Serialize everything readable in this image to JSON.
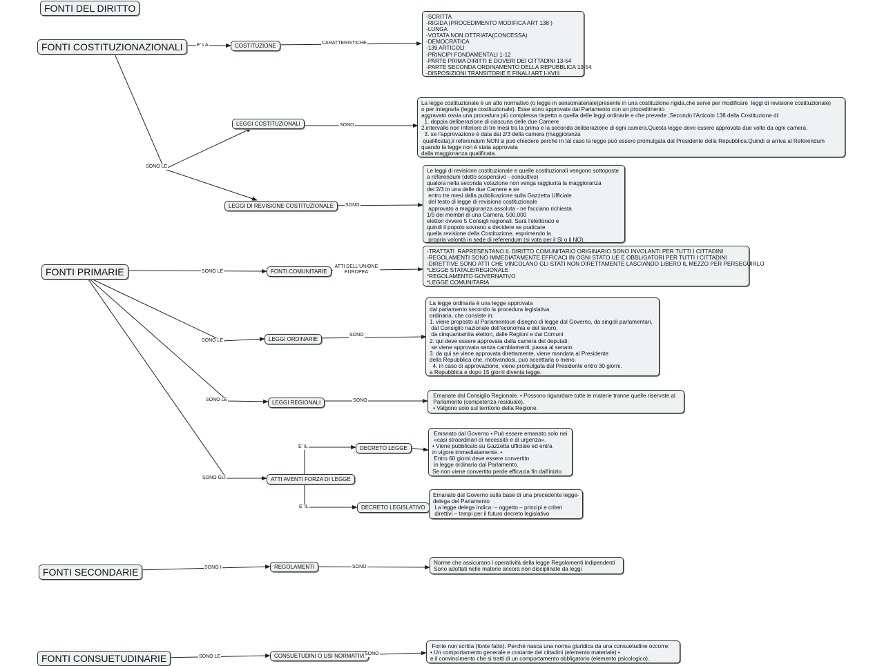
{
  "map": {
    "root": "FONTI DEL DIRITTO",
    "costituzionali": {
      "title": "FONTI COSTITUZIONAZIONALI",
      "link_e_la": "E' LA",
      "costituzione": "COSTITUZIONE",
      "link_caratteristiche": "CARATTERISTICHE",
      "caratteristiche": [
        "-SCRITTA",
        "-RIGIDA (PROCEDIMENTO MODIFICA ART 138 )",
        "-LUNGA",
        "-VOTATA NON OTTRIATA(CONCESSA)",
        "-DEMOCRATICA",
        "-139 ARTICOLI",
        "-PRINCIPI FONDAMENTALI 1-12",
        "-PARTE PRIMA DIRITTI E DOVERI DEI CITTADINI 13-54",
        "-PARTE SECONDA ORDINAMENTO DELLA REPUBBLICA 13-54",
        "-DISPOSIZIONI TRANSITORIE E FINALI ART I-XVIII"
      ],
      "link_sono_le": "SONO LE",
      "leggi_costituzionali": "LEGGI COSTITUZIONALI",
      "link_sono_1": "SONO",
      "leggi_costituzionali_desc": [
        "La legge costituzionale è un atto normativo (o legge in sensomateriale)presente in una costituzione rigida,che serve per modificare  leggi di revisione costituzionale)",
        "o per integrarla (legge costituzionale). Esse sono approvate dal Parlamento con un procedimento",
        "aggravato ossia una procedura più complessa rispetto a quella delle leggi ordinarie e che prevede ,Secondo l'Articolo 138 della Costituzione di:",
        "  1. doppia deliberazione di ciascuna delle due Camere",
        "2.intervallo non inferiore di tre mesi tra la prima e la seconda deliberazione di ogni camera.Questa legge deve essere approvata due volte da ogni camera.",
        "  3. se l'approvazione è data dai 2/3 della camera (maggioranza",
        " qualificata),il referendum NON si può chiedere perché in tal caso la legge può essere promulgata dal Presidente della Repubblica.Quindi si arriva al Referendum",
        "quando la legge non è stata approvata",
        "dalla maggioranza qualificata."
      ],
      "leggi_revisione": "LEGGI DI REVISIONE COSTITUZIONALE",
      "link_sono_2": "SONO",
      "leggi_revisione_desc": [
        "Le leggi di revisione costituzionale e quelle costituzionali vengono sottoposte",
        "a referendum (detto sospensivo - consultivo)",
        "qualora nella seconda votazione non venga raggiunta la maggioranza",
        "dei 2/3 in una delle due Camere e se",
        " entro tre mesi dalla pubblicazione sulla Gazzetta Ufficiale",
        " del testo di legge di revisione costituzionale",
        " approvato a maggioranza assoluta - ne facciano richiesta",
        "1/5 dei membri di una Camera, 500.000",
        "elettori ovvero 5 Consigli regionali. Sarà l'elettorato e",
        "quindi il popolo sovrano a decidere se praticare",
        "quella revisione della Costituzione, esprimendo la",
        " propria volontà in sede di referendum (si vota per il SI o il NO)."
      ]
    },
    "primarie": {
      "title": "FONTI PRIMARIE",
      "link_sono_le_1": "SONO LE",
      "comunitarie": "FONTI COMUNITARIE",
      "link_atti_ue": "ATTI DELL'UNIONE EUROPEA",
      "comunitarie_desc": [
        "-TRATTATI  RAPRESENTANO IL DIRITTO COMUNITARIO ORIGINARIO SONO INVOLANTI PER TUTTI I CITTADINI",
        "-REGOLAMENTI SONO IMMEDIATAMENTE EFFICACI IN OGNI STATO UE E OBBLIGATORI PER TUTTI I CITTADINI",
        "-DIRETTIVE SONO ATTI CHE VINCOLANO GLI STATI NON DIRETTAMENTE LASCIANDO LIBERO IL MEZZO PER PERSEGUIRLO",
        "*LEGGE STATALE/REGIONALE",
        "*REGOLAMENTO GOVERNATIVO",
        "*LEGGE COMUNITARIA"
      ],
      "link_sono_le_2": "SONO LE",
      "ordinarie": "LEGGI ORDINARIE",
      "link_sono_3": "SONO",
      "ordinarie_desc": [
        "La legge ordinaria è una legge approvata",
        "dal parlamento secondo la procedura legislativa",
        "ordinaria, che consiste in:",
        "1. viene proposto al Parlamentoun disegno di legge dal Governo, da singoli parlamentari,",
        " dal Consiglio nazionale dell'economia e del lavoro,",
        " da cinquantamila elettori, dalle Regioni e dai Comuni",
        "2. qui deve essere approvata dalla camera dei deputati:",
        " se viene approvata senza cambiamenti, passa al senato.",
        "3. da qui se viene approvata direttamente, viene mandata al Presidente",
        "della Repubblica che, motivandosi, può accettarla o meno.",
        "  4. in caso di approvazione, viene promulgata dal Presidente entro 30 giorni.",
        "a Repubblica e dopo 15 giorni diventa legge."
      ],
      "link_sono_le_3": "SONO LE",
      "regionali": "LEGGI REGIONALI",
      "link_sono_4": "SONO",
      "regionali_desc": [
        " Emanate dal Consiglio Regionale. • Possono riguardare tutte le materie tranne quelle riservate al",
        " Parlamento (competenza residuale).",
        " • Valgono solo sul territorio della Regione."
      ],
      "link_sono_gli": "SONO GLI",
      "atti_forza": "ATTI AVENTI FORZA DI LEGGE",
      "link_e_il_1": "E' IL",
      "decreto_legge": "DECRETO LEGGE",
      "decreto_legge_desc": [
        " Emanato dal Governo • Può essere emanato solo nei",
        " «casi straordinari di necessità e di urgenza».",
        "• Viene pubblicato su Gazzetta ufficiale ed entra",
        "in vigore immediatamente. •",
        " Entro 60 giorni deve essere convertito",
        " in legge ordinaria dal Parlamento.",
        "Se non viene convertito perde efficacia fin dall'inizio"
      ],
      "link_e_il_2": "E' IL",
      "decreto_legislativo": "DECRETO LEGISLATIVO",
      "decreto_legislativo_desc": [
        "Emanato dal Governo sulla base di una precedente legge-",
        "delega del Parlamento",
        " La legge delega indica: – oggetto – principi e criteri",
        " direttivi – tempi per il futuro decreto legislativo"
      ]
    },
    "secondarie": {
      "title": "FONTI SECONDARIE",
      "link_sono_i": "SONO I",
      "regolamenti": "REGOLAMENTI",
      "link_sono": "SONO",
      "regolamenti_desc": [
        "Norme che assicurano l operatività della legge Regolamenti indipendenti",
        "Sono adottati nelle materie ancora non disciplinate da leggi"
      ]
    },
    "consuetudinarie": {
      "title": "FONTI CONSUETUDINARIE",
      "link_sono_le": "SONO LE",
      "consuetudini": "CONSUETUDINI O USI NORMATIVI",
      "link_sono": "SONO",
      "consuetudini_desc": [
        " Fonte non scritta (fonte fatto). Perché nasca una norma giuridica da una consuetudine occorre:",
        "• Un comportamento generale e costante dei cittadini (elemento materiale) •",
        "e il convincimento che si tratti di un comportamento obbligatorio (elemento psicologico)."
      ]
    }
  }
}
